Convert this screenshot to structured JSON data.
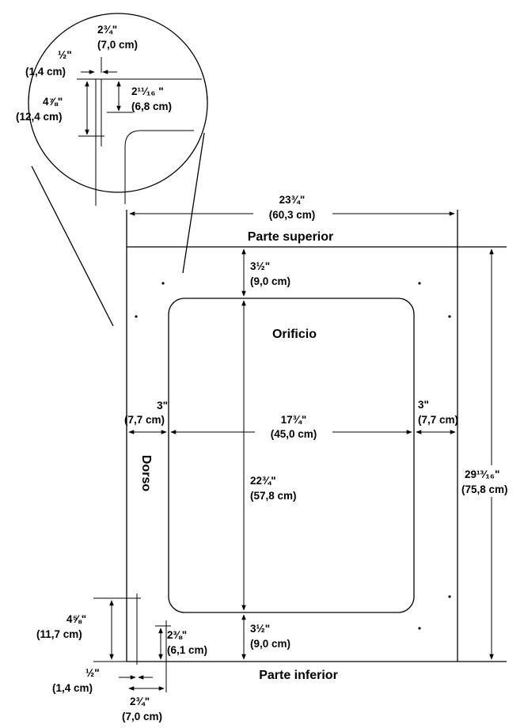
{
  "labels": {
    "top": "Parte superior",
    "bottom": "Parte inferior",
    "back": "Dorso",
    "opening": "Orificio"
  },
  "dims": {
    "overall_width": {
      "in": "23¾\"",
      "cm": "(60,3 cm)"
    },
    "overall_height": {
      "in": "29¹³⁄₁₆\"",
      "cm": "(75,8 cm)"
    },
    "top_margin": {
      "in": "3½\"",
      "cm": "(9,0 cm)"
    },
    "bottom_margin": {
      "in": "3½\"",
      "cm": "(9,0 cm)"
    },
    "left_margin": {
      "in": "3\"",
      "cm": "(7,7 cm)"
    },
    "right_margin": {
      "in": "3\"",
      "cm": "(7,7 cm)"
    },
    "opening_width": {
      "in": "17¾\"",
      "cm": "(45,0 cm)"
    },
    "opening_height": {
      "in": "22¾\"",
      "cm": "(57,8 cm)"
    },
    "detail_top_a": {
      "in": "2¾\"",
      "cm": "(7,0 cm)"
    },
    "detail_top_b": {
      "in": "½\"",
      "cm": "(1,4 cm)"
    },
    "detail_top_c": {
      "in": "2¹¹⁄₁₆ \"",
      "cm": "(6,8 cm)"
    },
    "detail_top_d": {
      "in": "4⅞\"",
      "cm": "(12,4 cm)"
    },
    "detail_bot_a": {
      "in": "4⅝\"",
      "cm": "(11,7 cm)"
    },
    "detail_bot_b": {
      "in": "2⅜\"",
      "cm": "(6,1 cm)"
    },
    "detail_bot_c": {
      "in": "½\"",
      "cm": "(1,4 cm)"
    },
    "detail_bot_d": {
      "in": "2¾\"",
      "cm": "(7,0 cm)"
    }
  }
}
